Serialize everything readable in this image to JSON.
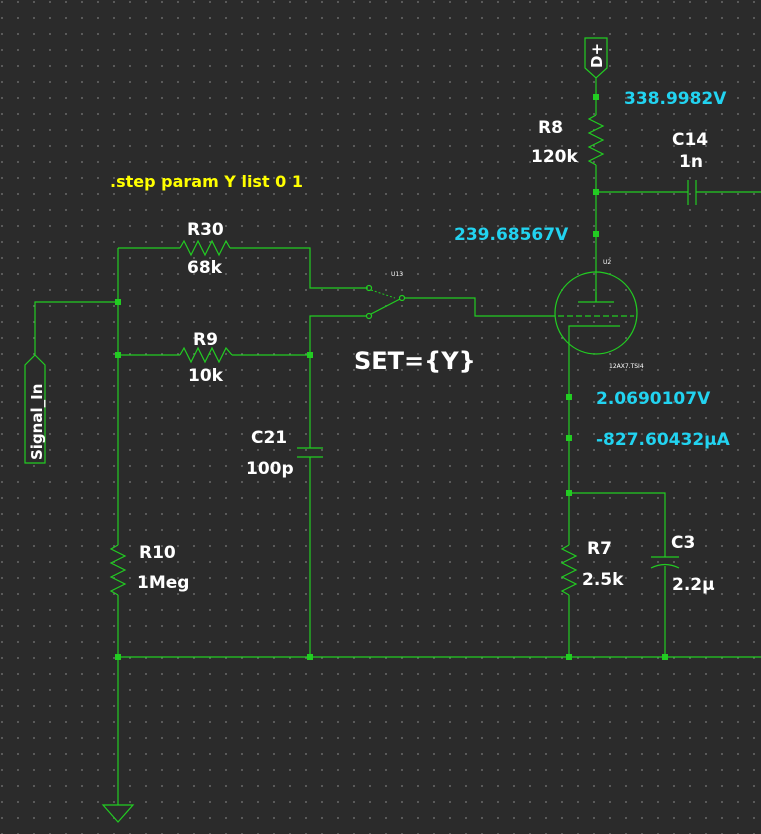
{
  "colors": {
    "background": "#2b2b2b",
    "wire": "#22cc22",
    "label": "#ffffff",
    "voltage": "#22d3f0",
    "directive": "#ffff00"
  },
  "directive": ".step param Y list 0 1",
  "set_label": "SET={Y}",
  "ports": {
    "signal_in": "Signal_In",
    "supply": "D+"
  },
  "components": {
    "R30": {
      "name": "R30",
      "value": "68k"
    },
    "R9": {
      "name": "R9",
      "value": "10k"
    },
    "R10": {
      "name": "R10",
      "value": "1Meg"
    },
    "C21": {
      "name": "C21",
      "value": "100p"
    },
    "R8": {
      "name": "R8",
      "value": "120k"
    },
    "C14": {
      "name": "C14",
      "value": "1n"
    },
    "R7": {
      "name": "R7",
      "value": "2.5k"
    },
    "C3": {
      "name": "C3",
      "value": "2.2µ"
    },
    "U13": {
      "name": "U13"
    },
    "U2": {
      "name": "U2",
      "model": "12AX7.TSI4"
    }
  },
  "node_readouts": {
    "supply_voltage": "338.9982V",
    "plate_voltage": "239.68567V",
    "cathode_voltage": "2.0690107V",
    "cathode_current": "-827.60432µA"
  },
  "icons": [
    "ground-icon",
    "resistor-icon",
    "capacitor-icon",
    "switch-icon",
    "triode-tube-icon"
  ]
}
